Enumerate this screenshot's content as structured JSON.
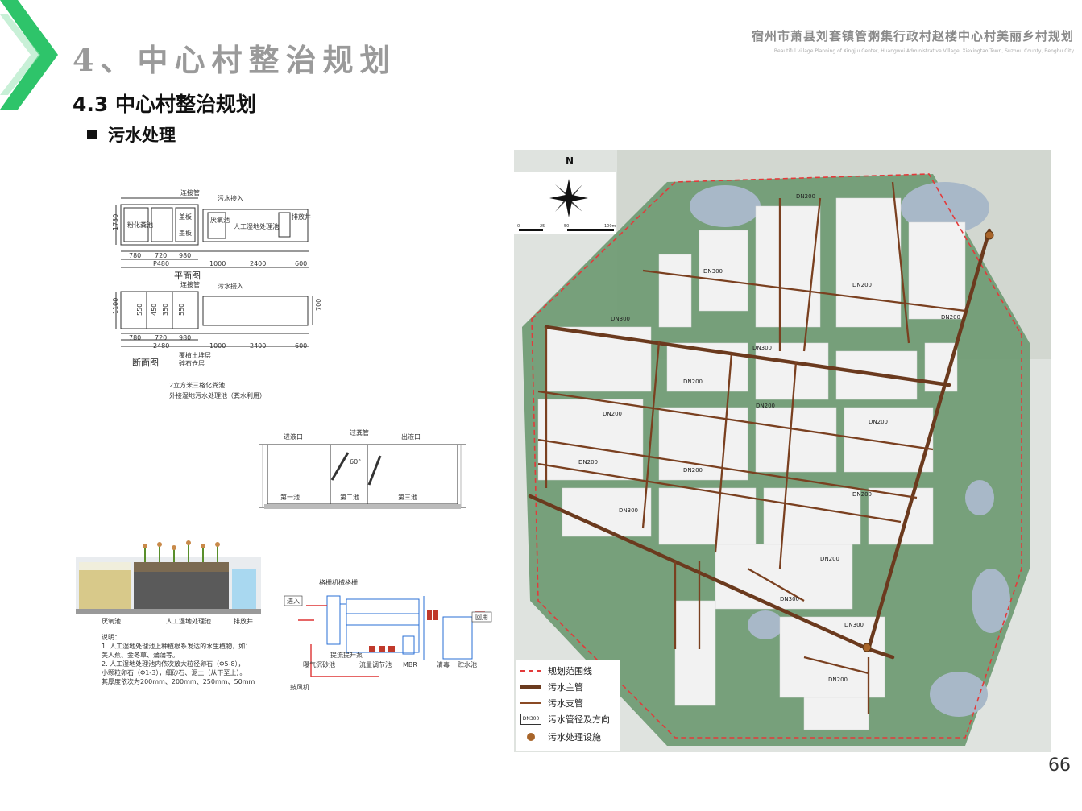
{
  "header": {
    "chapter_title": "4、中心村整治规划",
    "project_title_cn": "宿州市萧县刘套镇管粥集行政村赵楼中心村美丽乡村规划",
    "project_title_en": "Beautiful village Planning of Xingjiu Center, Huangwei Administrative Village, Xiexingtao Town, Suzhou County, Bengbu City",
    "accent_color": "#2ec46a"
  },
  "section_title": "4.3 中心村整治规划",
  "sub_title": "污水处理",
  "page_number": "66",
  "septic_drawing": {
    "label_top": "连接管",
    "label_inflow": "污水接入",
    "label_outflow": "排放井",
    "label_tank": "粉化粪池",
    "label_anaerobic": "厌氧池",
    "label_wetland": "人工湿地处理池",
    "label_cover1": "盖板",
    "label_cover2": "盖板",
    "dims_top": [
      "780",
      "720",
      "980",
      "1000",
      "2400",
      "600"
    ],
    "dim_total": "P480",
    "dim_left": "1750",
    "plan_caption": "平面图",
    "section_label_top": "连接管",
    "section_label_inflow": "污水接入",
    "dims_bottom": [
      "780",
      "720",
      "980",
      "1000",
      "2400",
      "600"
    ],
    "dim_total_bottom": "2480",
    "dim_left_bottom": "1100",
    "dim_right_bottom": "700",
    "inner_dims": [
      "550",
      "450",
      "350",
      "550"
    ],
    "note_soil": "覆植土堆层",
    "note_stone": "碎石仓层",
    "section_caption": "断面图",
    "caption_line1": "2立方米三格化粪池",
    "caption_line2": "外接湿地污水处理池（粪水利用）"
  },
  "tank_section": {
    "label1": "进液口",
    "label2": "过粪管",
    "label3": "出液口",
    "angle": "60°",
    "chamber1": "第一池",
    "chamber2": "第二池",
    "chamber3": "第三池"
  },
  "wetland": {
    "label_left": "厌氧池",
    "label_mid": "人工湿地处理池",
    "label_right": "排放井",
    "notes": [
      "说明：",
      "1. 人工湿地处理池上种植根系发达的水生植物，如：",
      "美人蕉、金冬草、蒲蒲等。",
      "2. 人工湿地处理池内依次放大粒径卵石（Φ5-8），",
      "小颗粒卵石（Φ1-3），细砂石、泥土（从下至上）。",
      "其厚度依次为200mm、200mm、250mm、50mm"
    ]
  },
  "process_flow": {
    "label_in": "进入",
    "label_out": "回用",
    "label_grille": "格栅机械格栅",
    "label_grit": "曝气沉砂池",
    "label_equal": "流量调节池",
    "label_mbr": "MBR",
    "label_clean": "清毒",
    "label_storage": "贮水池",
    "label_blower": "鼓风机",
    "label_pump": "提流提升泵"
  },
  "map": {
    "north_label": "N",
    "scale_labels": [
      "0",
      "25",
      "50",
      "",
      "100m"
    ],
    "pipe_labels": [
      "DN200",
      "DN300"
    ],
    "colors": {
      "boundary": "#e33a3a",
      "main_pipe": "#6b3a1e",
      "branch_pipe": "#8a4a24",
      "facility": "#a8652a",
      "building": "#f2f2f2",
      "vegetation": "#6e9a72",
      "water": "#a8b8c8"
    }
  },
  "legend": {
    "items": [
      {
        "label": "规划范围线",
        "icon": "dashed-red-line"
      },
      {
        "label": "污水主管",
        "icon": "thick-brown-line"
      },
      {
        "label": "污水支管",
        "icon": "thin-brown-line"
      },
      {
        "label": "污水管径及方向",
        "icon": "pipe-arrow-icon"
      },
      {
        "label": "污水处理设施",
        "icon": "facility-dot"
      }
    ],
    "pipe_sample": "DN300"
  }
}
